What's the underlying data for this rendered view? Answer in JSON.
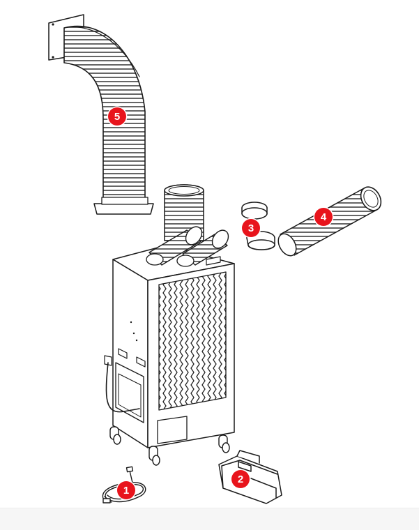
{
  "figure": {
    "background": "#ffffff",
    "line_color": "#1a1a1a",
    "callout_color": "#e8141c"
  },
  "callouts": [
    {
      "label": "1",
      "part": "drain-hose"
    },
    {
      "label": "2",
      "part": "water-tank"
    },
    {
      "label": "3",
      "part": "duct-adapters"
    },
    {
      "label": "4",
      "part": "cold-air-hose"
    },
    {
      "label": "5",
      "part": "exhaust-duct"
    }
  ]
}
